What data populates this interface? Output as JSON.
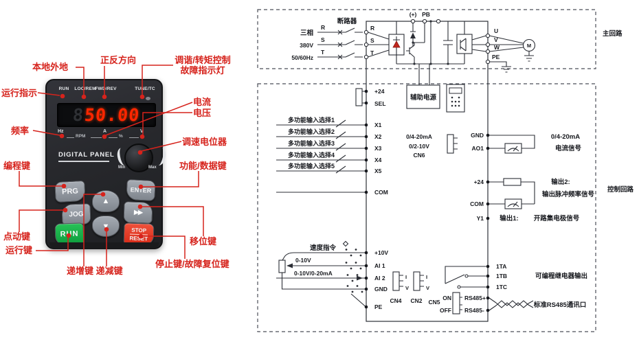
{
  "keypad": {
    "annotations": {
      "run_indicator": "运行指示",
      "local_remote": "本地外地",
      "fwd_rev": "正反方向",
      "tune_line1": "调谐/转矩控制",
      "tune_line2": "故障指示灯",
      "current": "电流",
      "voltage": "电压",
      "frequency": "频率",
      "speed_pot": "调速电位器",
      "prg": "编程键",
      "func_data": "功能/数据键",
      "jog": "点动键",
      "run": "运行键",
      "inc_dec": "递增键 递减键",
      "shift": "移位键",
      "stop_reset": "停止键/故障复位键"
    },
    "indicators": {
      "run": "RUN",
      "locrem": "LOC/REM",
      "fwdrev": "FWD/REV",
      "tunetc": "TUNE/TC"
    },
    "display": {
      "value": "50.00",
      "ghost": "8"
    },
    "units": {
      "hz": "Hz",
      "rpm": "RPM",
      "a": "A",
      "pct": "%",
      "v": "V"
    },
    "brand": "DIGITAL PANEL",
    "knob": {
      "min": "Min",
      "max": "Max"
    },
    "buttons": {
      "prg": "PRG",
      "enter": "ENTER",
      "jog": "JOG",
      "run": "RUN",
      "stop": "STOP",
      "reset": "RESET",
      "up": "▲",
      "down": "▼",
      "shift": "▶▶"
    }
  },
  "diagram": {
    "main_label": "主回路",
    "control_label": "控制回路",
    "supply": {
      "phase": "三相",
      "volt": "380V",
      "freq": "50/60Hz",
      "breaker": "断路器",
      "r": "R",
      "s": "S",
      "t": "T"
    },
    "terms_in": {
      "r": "R",
      "s": "S",
      "t": "T"
    },
    "dc": {
      "plus": "(+)",
      "pb": "PB"
    },
    "out": {
      "u": "U",
      "v": "V",
      "w": "W",
      "pe": "PE",
      "motor": "M"
    },
    "aux_label": "辅助电源",
    "di": {
      "in1": "多功能输入选择1",
      "in2": "多功能输入选择2",
      "in3": "多功能输入选择3",
      "in4": "多功能输入选择4",
      "in5": "多功能输入选择5",
      "x1": "X1",
      "x2": "X2",
      "x3": "X3",
      "x4": "X4",
      "x5": "X5",
      "p24": "+24",
      "sel": "SEL",
      "com": "COM"
    },
    "ai": {
      "title": "速度指令",
      "range1": "0-10V",
      "range2": "0-10V/0-20mA",
      "p10": "+10V",
      "ai1": "AI 1",
      "ai2": "AI 2",
      "gnd": "GND",
      "pe": "PE",
      "cn4": "CN4",
      "cn2": "CN2",
      "cn5": "CN5",
      "i": "I",
      "v": "V"
    },
    "ao": {
      "r1": "0/4-20mA",
      "r2": "0/2-10V",
      "cn6": "CN6",
      "gnd": "GND",
      "ao1": "AO1",
      "desc1": "0/4-20mA",
      "desc2": "电流信号"
    },
    "dout": {
      "p24": "+24",
      "com": "COM",
      "y1": "Y1",
      "t2": "输出2:",
      "t2d": "输出脉冲频率信号",
      "t1": "输出1:",
      "t1d": "开路集电极信号"
    },
    "relay": {
      "ta": "1TA",
      "tb": "1TB",
      "tc": "1TC",
      "desc": "可编程继电器输出"
    },
    "comm": {
      "on": "ON",
      "off": "OFF",
      "p": "RS485+",
      "m": "RS485-",
      "desc": "标准RS485通讯口"
    }
  }
}
